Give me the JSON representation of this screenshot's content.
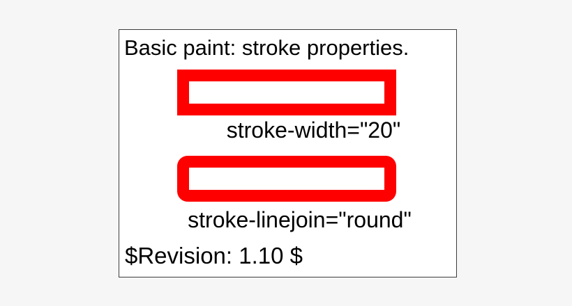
{
  "colors": {
    "page_background": "#f6f6f6",
    "frame_background": "#ffffff",
    "frame_border": "#3c3c3c",
    "stroke_red": "#ff0000",
    "text": "#000000"
  },
  "frame": {
    "title": "Basic paint: stroke properties.",
    "revision": "$Revision: 1.10 $"
  },
  "examples": [
    {
      "label": "stroke-width=\"20\"",
      "stroke_color": "#ff0000",
      "stroke_linejoin": "miter"
    },
    {
      "label": "stroke-linejoin=\"round\"",
      "stroke_color": "#ff0000",
      "stroke_linejoin": "round"
    }
  ]
}
